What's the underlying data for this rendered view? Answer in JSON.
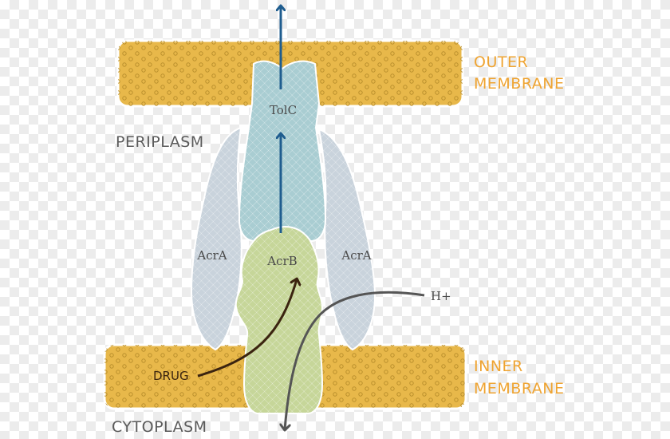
{
  "regions": {
    "outer_membrane": [
      "OUTER",
      "MEMBRANE"
    ],
    "inner_membrane": [
      "INNER",
      "MEMBRANE"
    ],
    "periplasm": "PERIPLASM",
    "cytoplasm": "CYTOPLASM"
  },
  "proteins": {
    "tolc": "TolC",
    "acrb": "AcrB",
    "acra_left": "AcrA",
    "acra_right": "AcrA"
  },
  "labels": {
    "drug": "DRUG",
    "proton": "H+"
  },
  "colors": {
    "membrane_fill": "#e8b84a",
    "membrane_border": "#ffffff",
    "membrane_label": "#efa432",
    "tolc": "#a9cdd2",
    "acrb": "#c6d699",
    "acra": "#c9d3dc",
    "efflux_arrow": "#1f5d8f",
    "drug_arrow": "#3b2410",
    "proton_arrow": "#555555",
    "region_label": "#5a5a5a"
  }
}
